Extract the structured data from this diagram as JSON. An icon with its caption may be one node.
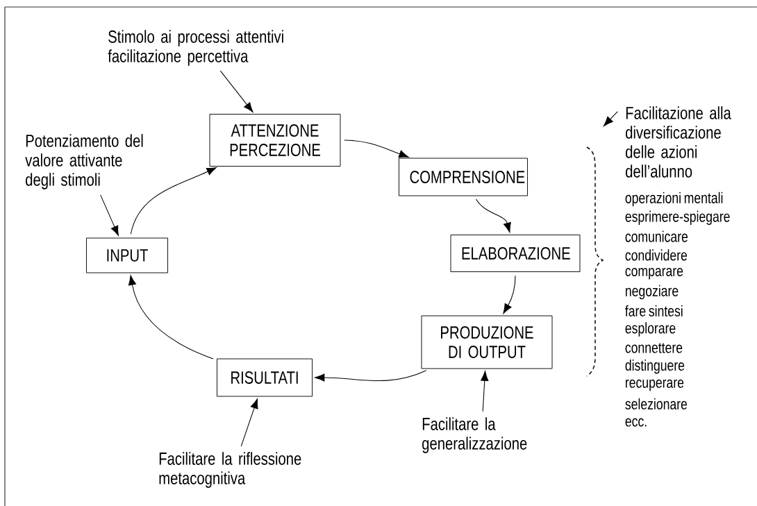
{
  "diagram": {
    "nodes": [
      {
        "text": [
          "Stimolo ai processi attentivi facilitazione percettiva"
        ]
      },
      {
        "text": [
          "ATTENZIONE PERCEZIONE"
        ]
      },
      {
        "text": [
          "Facilitazione alla diversificazione delle azioni dell’alunno"
        ]
      },
      {
        "text": [
          "Potenziamento del valore attivante degli stimoli"
        ]
      },
      {
        "text": [
          "COMPRENSIONE"
        ]
      },
      {
        "text": [
          "INPUT"
        ]
      },
      {
        "text": [
          "ELABORAZIONE"
        ]
      },
      {
        "text": [
          "PRODUZIONE DI OUTPUT"
        ]
      },
      {
        "text": [
          "RISULTATI"
        ]
      },
      {
        "text": [
          "Facilitare la generalizzazione"
        ]
      },
      {
        "text": [
          "Facilitare la riflessione metacognitiva"
        ]
      }
    ],
    "edges": [
      {
        "from": 0,
        "to": 1,
        "arrow": "to"
      },
      {
        "from": 3,
        "to": 5,
        "arrow": "to"
      },
      {
        "from": 5,
        "to": 1,
        "arrow": "to"
      },
      {
        "from": 1,
        "to": 4,
        "arrow": "to"
      },
      {
        "from": 4,
        "to": 6,
        "arrow": "to"
      },
      {
        "from": 6,
        "to": 7,
        "arrow": "to"
      },
      {
        "from": 7,
        "to": 8,
        "arrow": "to"
      },
      {
        "from": 8,
        "to": 5,
        "arrow": "to"
      },
      {
        "from": 10,
        "to": 8,
        "arrow": "to"
      },
      {
        "from": 9,
        "to": 7,
        "arrow": "to"
      },
      {
        "from": 2,
        "to": null,
        "arrow": "to"
      }
    ],
    "labels": [
      "operazioni mentali",
      "esprimere-spiegare",
      "comunicare",
      "condividere",
      "comparare",
      "negoziare",
      "fare sintesi",
      "esplorare",
      "connettere",
      "distinguere",
      "recuperare",
      "selezionare",
      "ecc."
    ]
  }
}
